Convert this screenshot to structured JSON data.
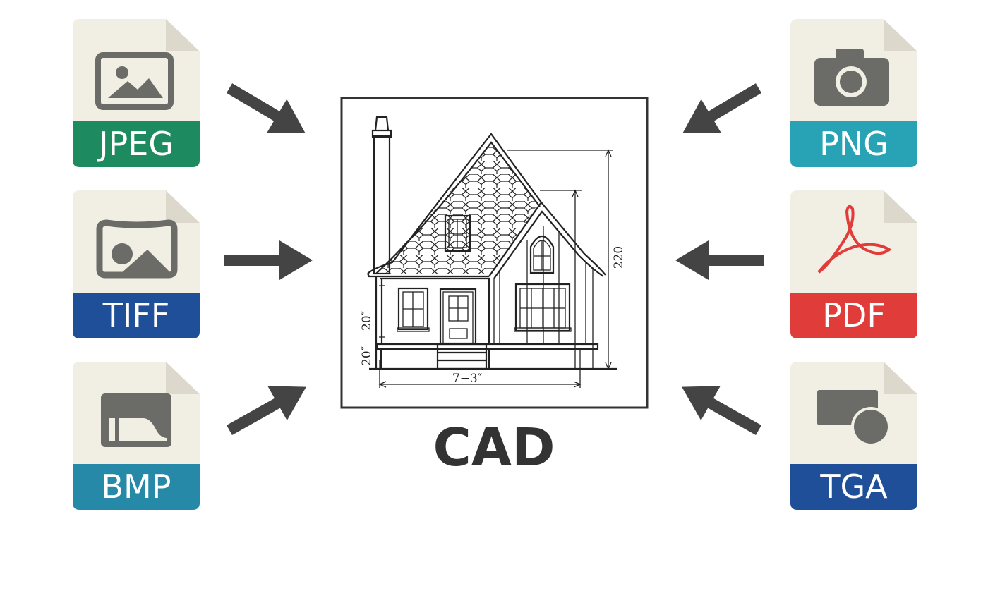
{
  "title": "CAD",
  "inputs_left": [
    {
      "label": "JPEG",
      "color": "#1e8a5f",
      "icon": "image-icon"
    },
    {
      "label": "TIFF",
      "color": "#1f4f98",
      "icon": "image-icon"
    },
    {
      "label": "BMP",
      "color": "#2689a8",
      "icon": "bitmap-icon"
    }
  ],
  "inputs_right": [
    {
      "label": "PNG",
      "color": "#27a3b5",
      "icon": "camera-icon"
    },
    {
      "label": "PDF",
      "color": "#e03c3a",
      "icon": "acrobat-icon"
    },
    {
      "label": "TGA",
      "color": "#1f4f98",
      "icon": "shapes-icon"
    }
  ],
  "drawing": {
    "dim_height": "220",
    "dim_width": "7−3″",
    "dim_wall": "20″",
    "dim_base": "20″"
  }
}
